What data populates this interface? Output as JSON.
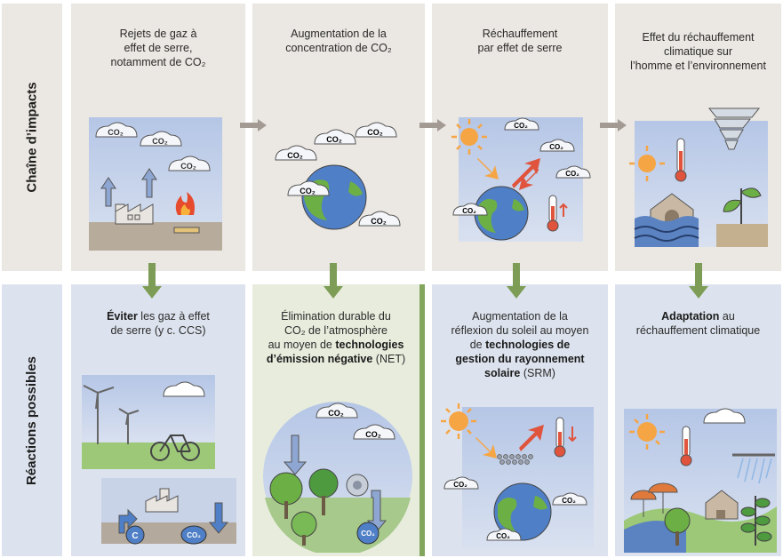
{
  "rows": {
    "top": "Chaîne d’impacts",
    "bottom": "Réactions possibles"
  },
  "top_panels": [
    {
      "l1": "Rejets de gaz à",
      "l2": "effet de serre,",
      "l3": "notamment de CO₂"
    },
    {
      "l1": "Augmentation de la",
      "l2": "concentration de CO₂"
    },
    {
      "l1": "Réchauffement",
      "l2": "par effet de serre"
    },
    {
      "l1": "Effet du réchauffement",
      "l2": "climatique sur",
      "l3": "l’homme et l’environnement"
    }
  ],
  "bottom_panels": [
    {
      "b1": "Éviter",
      "t1": " les gaz à effet",
      "l2": "de serre (y c. CCS)"
    },
    {
      "l1": "Élimination durable du",
      "l2": "CO₂ de l’atmosphère",
      "t3": "au moyen de ",
      "b3": "technologies",
      "b4": "d’émission négative",
      "t4": " (NET)"
    },
    {
      "l1": "Augmentation de la",
      "l2": "réflexion du soleil au moyen",
      "t3": "de ",
      "b3": "technologies de",
      "b4": "gestion du rayonnement",
      "b5": "solaire",
      "t5": " (SRM)"
    },
    {
      "b1": "Adaptation",
      "t1": " au",
      "l2": "réchauffement climatique"
    }
  ],
  "labels": {
    "co2": "CO₂",
    "carbon": "C"
  },
  "colors": {
    "top_bg": "#ebe7e2",
    "bottom_bg": "#dde3ee",
    "net_bg": "#e8ecdd",
    "green_arrow": "#7d9d57",
    "grey_arrow": "#a39b93",
    "sun": "#f6a544",
    "red_arrow": "#e0533c",
    "earth_blue": "#4f7fc6",
    "earth_green": "#6caf45"
  }
}
